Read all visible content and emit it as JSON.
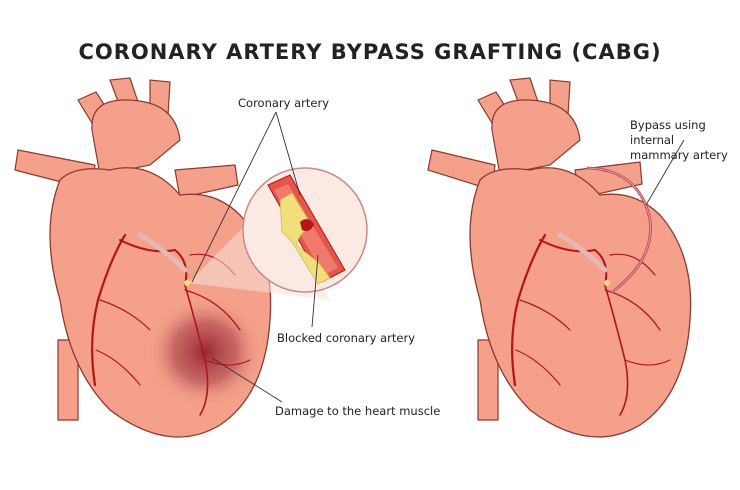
{
  "title": "CORONARY ARTERY BYPASS GRAFTING (CABG)",
  "labels": {
    "coronary_artery": "Coronary artery",
    "blocked_coronary_artery": "Blocked coronary artery",
    "damage": "Damage to the heart muscle",
    "bypass_line1": "Bypass using internal",
    "bypass_line2": "mammary artery"
  },
  "colors": {
    "heart_fill": "#F4A08A",
    "heart_outline": "#8A3A2E",
    "artery": "#B3141B",
    "damage": "#8E1B2A",
    "plaque": "#F2DE7A",
    "bypass": "#C04B5A"
  }
}
